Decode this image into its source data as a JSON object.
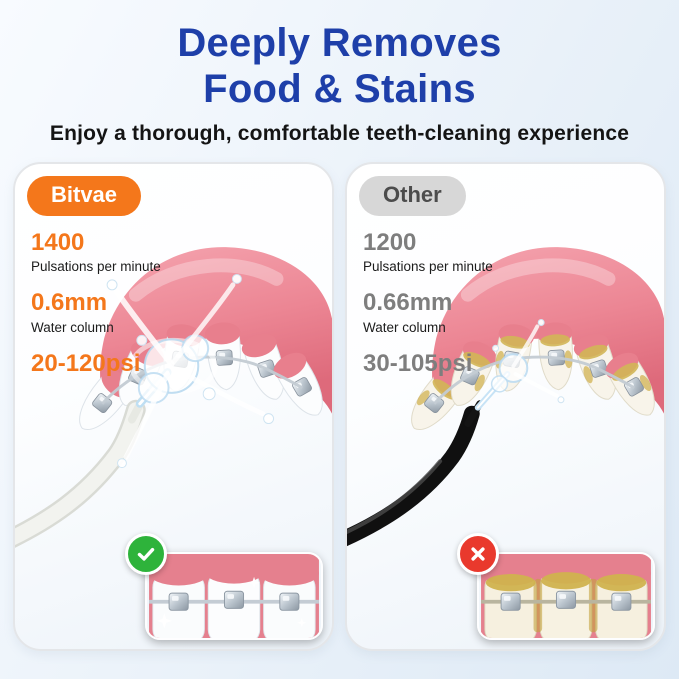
{
  "header": {
    "title_line1": "Deeply Removes",
    "title_line2": "Food & Stains",
    "subtitle": "Enjoy a thorough, comfortable teeth-cleaning experience"
  },
  "colors": {
    "title_blue": "#1e3fa9",
    "brand_orange": "#f4771b",
    "competitor_gray": "#7e7e7e",
    "other_badge_bg": "#d7d7d7",
    "check_green": "#2eb33b",
    "cross_red": "#e9392d"
  },
  "cards": [
    {
      "badge": "Bitvae",
      "specs": [
        {
          "value": "1400",
          "label": "Pulsations per minute"
        },
        {
          "value": "0.6mm",
          "label": "Water column"
        },
        {
          "value": "20-120psi",
          "label": ""
        }
      ],
      "result_icon": "check-icon"
    },
    {
      "badge": "Other",
      "specs": [
        {
          "value": "1200",
          "label": "Pulsations per minute"
        },
        {
          "value": "0.66mm",
          "label": "Water column"
        },
        {
          "value": "30-105psi",
          "label": ""
        }
      ],
      "result_icon": "cross-icon"
    }
  ]
}
